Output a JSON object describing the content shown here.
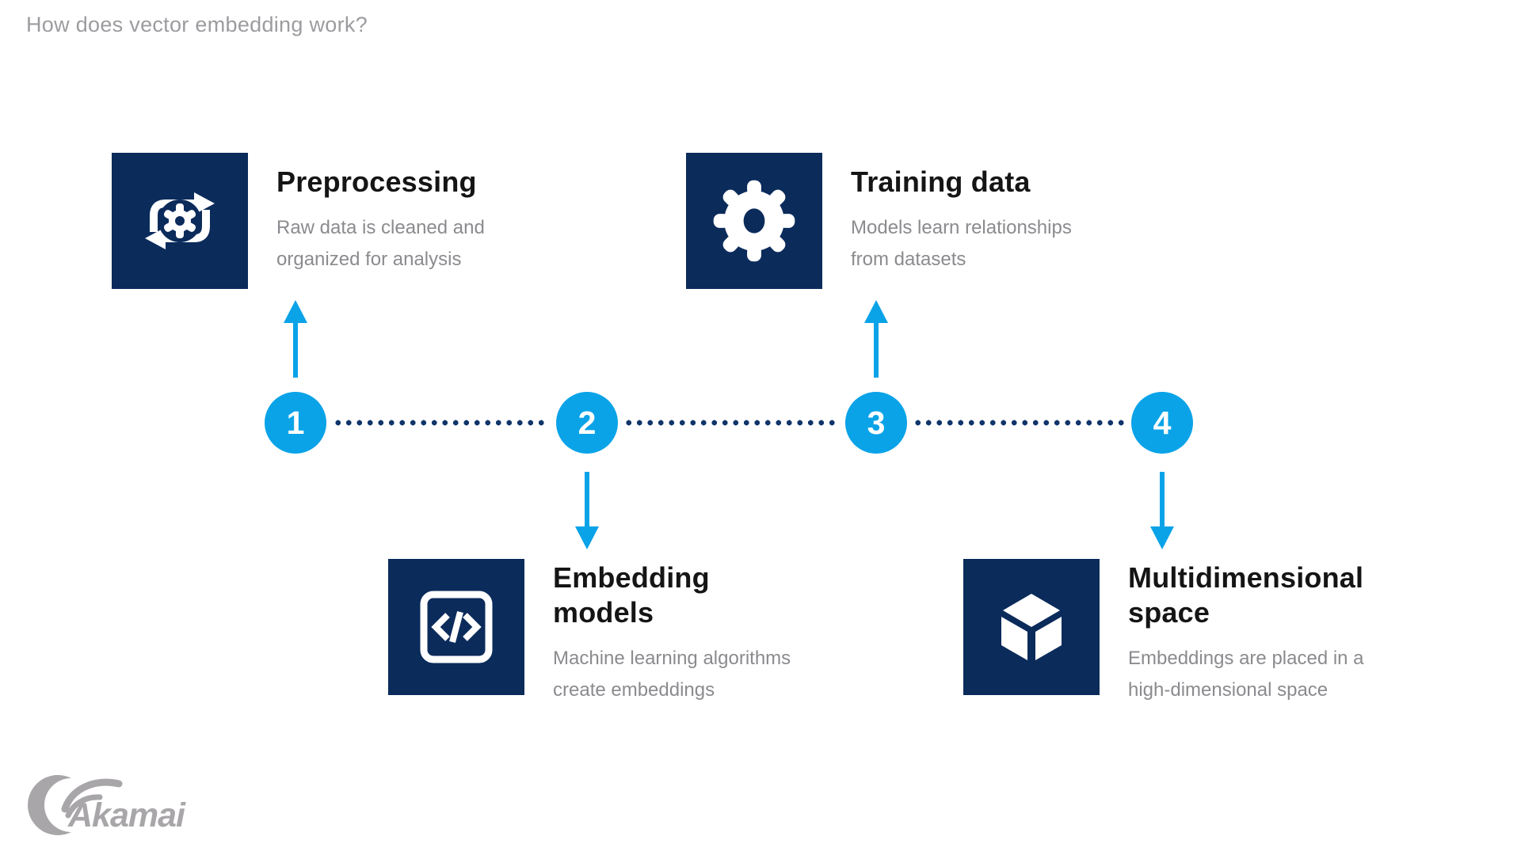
{
  "page": {
    "title": "How does vector embedding work?"
  },
  "colors": {
    "navy": "#0b2b5b",
    "blue": "#0aa3e8",
    "dot_navy": "#10356b",
    "heading_gray": "#9c9ca0",
    "desc_gray": "#8b8b8f",
    "title_black": "#151515",
    "logo_gray": "#a8a6a9",
    "white": "#ffffff"
  },
  "steps": [
    {
      "number": "1",
      "title": "Preprocessing",
      "description": "Raw data is cleaned and\norganized for analysis",
      "icon": "sync-gear-icon",
      "row": "top"
    },
    {
      "number": "2",
      "title": "Embedding\nmodels",
      "description": "Machine learning algorithms\ncreate embeddings",
      "icon": "code-brackets-icon",
      "row": "bottom"
    },
    {
      "number": "3",
      "title": "Training data",
      "description": "Models learn relationships\nfrom datasets",
      "icon": "gear-icon",
      "row": "top"
    },
    {
      "number": "4",
      "title": "Multidimensional\nspace",
      "description": "Embeddings are placed in a\nhigh-dimensional space",
      "icon": "cube-3d-icon",
      "row": "bottom"
    }
  ],
  "footer": {
    "logo_text": "Akamai"
  }
}
